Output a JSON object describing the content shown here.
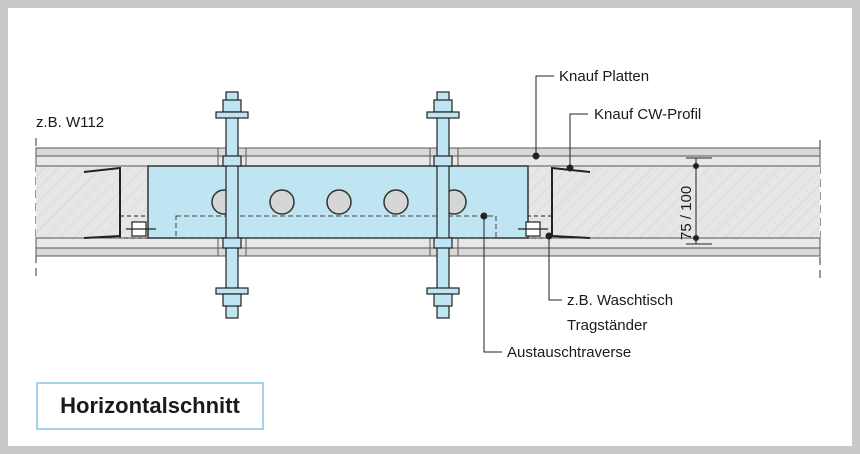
{
  "labels": {
    "wall_type": "z.B. W112",
    "boards": "Knauf Platten",
    "cw_profile": "Knauf CW-Profil",
    "dimension": "75 / 100",
    "stand_line1": "z.B. Waschtisch",
    "stand_line2": "Tragständer",
    "traverse": "Austauschtraverse"
  },
  "title": "Horizontalschnitt",
  "colors": {
    "traverse_fill": "#bfe4f2",
    "board_fill": "#d9d9d9",
    "insulation_fill": "#e6e6e6",
    "frame": "#c8c8c8",
    "title_border": "#a8d2ea"
  }
}
